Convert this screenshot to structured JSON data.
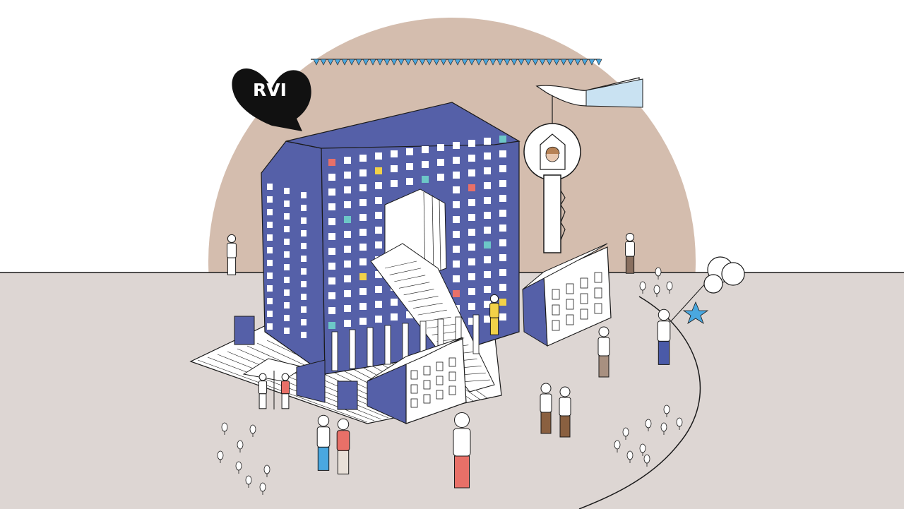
{
  "logo": {
    "text": "RVI"
  },
  "colors": {
    "sky": "#ffffff",
    "sun": "#d4bdae",
    "ground": "#ddd6d3",
    "building_blue": "#5560a8",
    "window": "#ffffff",
    "accent_red": "#e87068",
    "accent_yellow": "#f2d148",
    "accent_teal": "#6cc7c7",
    "balloon_blue": "#4aa8e0",
    "bunting": "#4aa8e0",
    "line": "#1a1a1a",
    "logo_bubble": "#111111"
  },
  "elements": [
    "sun-disc",
    "bunting",
    "main-building",
    "townhouse-left",
    "townhouse-right",
    "key",
    "hand",
    "balloons",
    "people",
    "trees",
    "path"
  ]
}
